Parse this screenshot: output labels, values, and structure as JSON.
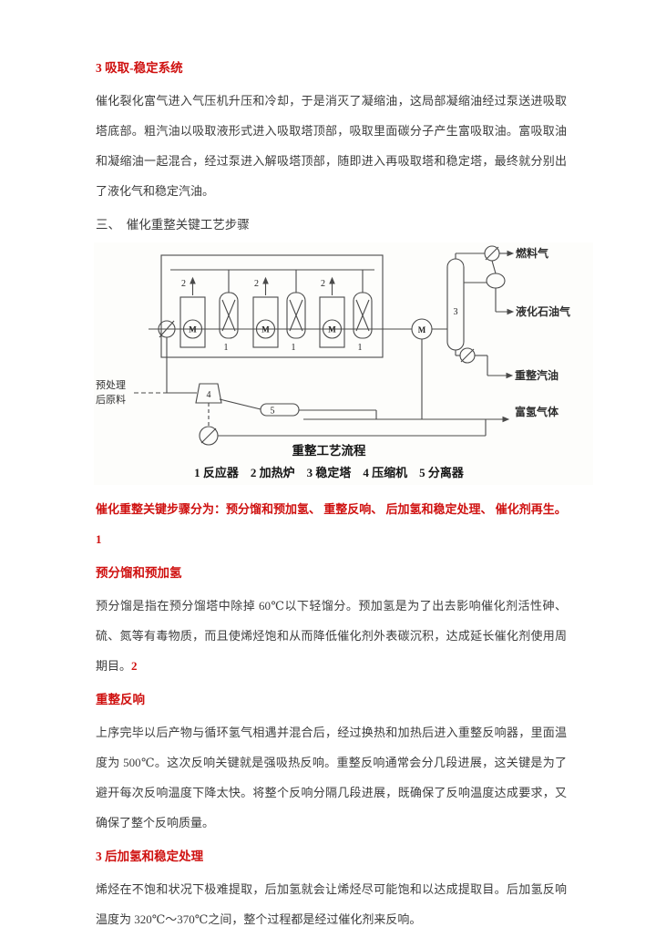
{
  "doc": {
    "heading1": "3 吸取-稳定系统",
    "para1": "催化裂化富气进入气压机升压和冷却，于是消灭了凝缩油，这局部凝缩油经过泵送进吸取塔底部。粗汽油以吸取液形式进入吸取塔顶部，吸取里面碳分子产生富吸取油。富吸取油和凝缩油一起混合，经过泵进入解吸塔顶部，随即进入再吸取塔和稳定塔，最终就分别出了液化气和稳定汽油。",
    "heading2": "三、　催化重整关键工艺步骤",
    "red_para": "催化重整关键步骤分为：预分馏和预加氢、 重整反响、 后加氢和稳定处理、 催化剂再生。1",
    "heading3": "预分馏和预加氢",
    "para3": "预分馏是指在预分馏塔中除掉 60℃以下轻馏分。预加氢是为了出去影响催化剂活性砷、硫、氮等有毒物质，而且使烯烃饱和从而降低催化剂外表碳沉积，达成延长催化剂使用周期目。",
    "para3_tail": "2",
    "heading4": "重整反响",
    "para4": "上序完毕以后产物与循环氢气相遇并混合后，经过换热和加热后进入重整反响器，里面温度为 500℃。这次反响关键就是强吸热反响。重整反响通常会分几段进展，这关键是为了避开每次反响温度下降太快。将整个反响分隔几段进展，既确保了反响温度达成要求，又确保了整个反响质量。",
    "heading5": "3 后加氢和稳定处理",
    "para5": "烯烃在不饱和状况下极难提取，后加氢就会让烯烃尽可能饱和以达成提取目。后加氢反响温度为 320℃～370℃之间，整个过程都是经过催化剂来反响。"
  },
  "diagram": {
    "caption": "重整工艺流程",
    "legend": "1 反应器　2 加热炉　3 稳定塔　4 压缩机　5 分离器",
    "streams": {
      "fuel_gas": "燃料气",
      "lpg": "液化石油气",
      "reformate": "重整汽油",
      "hydrogen": "富氢气体",
      "feed_line1": "预处理",
      "feed_line2": "后原料"
    },
    "tags": {
      "motor": "M",
      "reactor": "1",
      "heater": "2",
      "stabilizer": "3",
      "compressor": "4",
      "separator": "5"
    }
  },
  "colors": {
    "heading_red": "#cf1110",
    "body_text": "#3d3d3d",
    "line": "#4a4a4a"
  }
}
